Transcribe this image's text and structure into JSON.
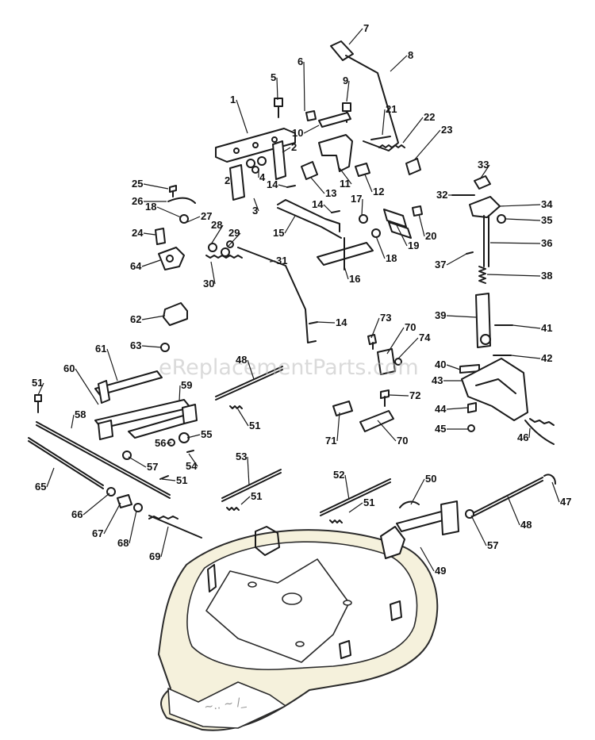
{
  "watermark": "eReplacementParts.com",
  "callouts": [
    "1",
    "2",
    "3",
    "4",
    "5",
    "6",
    "7",
    "8",
    "9",
    "10",
    "11",
    "12",
    "13",
    "14",
    "15",
    "16",
    "17",
    "18",
    "19",
    "20",
    "21",
    "22",
    "23",
    "24",
    "25",
    "26",
    "27",
    "28",
    "29",
    "30",
    "31",
    "32",
    "33",
    "34",
    "35",
    "36",
    "37",
    "38",
    "39",
    "40",
    "41",
    "42",
    "43",
    "44",
    "45",
    "46",
    "47",
    "48",
    "49",
    "50",
    "51",
    "52",
    "53",
    "54",
    "55",
    "56",
    "57",
    "58",
    "59",
    "60",
    "61",
    "62",
    "63",
    "64",
    "65",
    "66",
    "67",
    "68",
    "69",
    "70",
    "71",
    "72",
    "73",
    "74"
  ]
}
